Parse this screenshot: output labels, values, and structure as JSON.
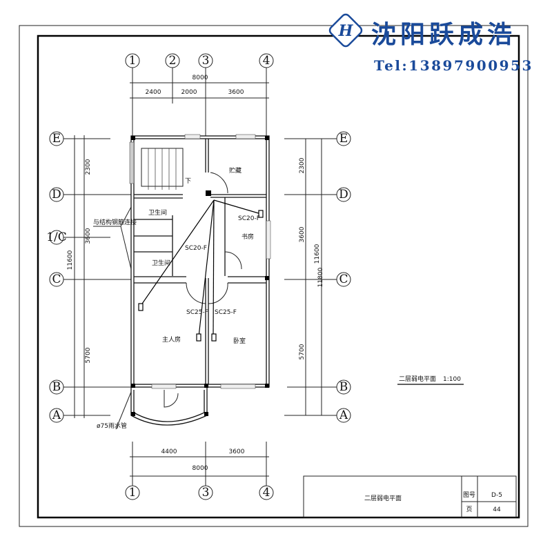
{
  "watermark": {
    "company": "沈阳跃成浩",
    "phone": "Tel:13897900953",
    "color": "#1a4a9a"
  },
  "axes": {
    "top": [
      "1",
      "2",
      "3",
      "4"
    ],
    "bottom": [
      "1",
      "3",
      "4"
    ],
    "left": [
      "E",
      "D",
      "1/C",
      "C",
      "B",
      "A"
    ],
    "right": [
      "E",
      "D",
      "C",
      "B",
      "A"
    ]
  },
  "dimensions": {
    "top_total": "8000",
    "top_segments": [
      "2400",
      "2000",
      "3600"
    ],
    "bottom_segments": [
      "4400",
      "3600"
    ],
    "bottom_total": "8000",
    "left_segments": [
      "2300",
      "3600",
      "5700"
    ],
    "left_total": "11600",
    "right_segments": [
      "2300",
      "3600",
      "5700"
    ],
    "right_total": "11600",
    "right_small": "11800"
  },
  "rooms": {
    "storage": "贮藏",
    "study": "书房",
    "bath1": "卫生间",
    "bath2": "卫生间",
    "master": "主人房",
    "bedroom": "卧室",
    "stairs_down": "下"
  },
  "annotations": {
    "conduit_study": "SC20-F",
    "conduit_hall": "SC20-F",
    "conduit_master": "SC25-F",
    "conduit_bedroom": "SC25-F",
    "grounding_note": "与结构钢筋连接",
    "rain_pipe": "ø75雨水管"
  },
  "caption": {
    "title": "二层弱电平面",
    "scale": "1:100"
  },
  "title_block": {
    "drawing_title": "二层弱电平面",
    "drawing_no_label": "图号",
    "drawing_no": "D-5",
    "page_label": "页",
    "page": "44"
  }
}
